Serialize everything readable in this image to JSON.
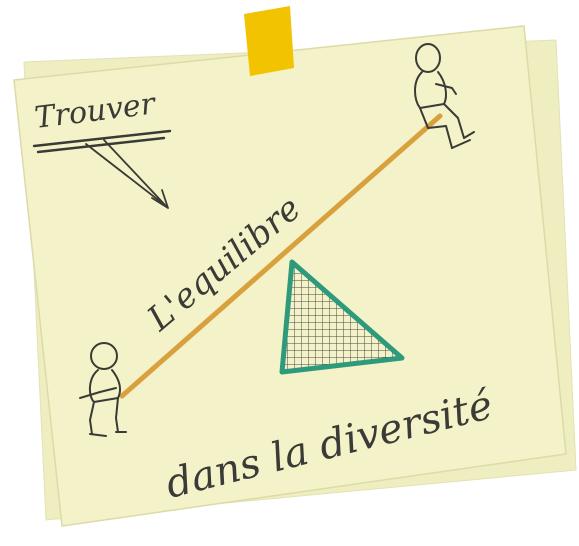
{
  "note": {
    "colors": {
      "back_paper": "#efeec0",
      "front_paper": "#f3f2c8",
      "paper_edge": "#dcdba8",
      "tape": "#f2c300",
      "ink": "#3a3a36",
      "plank": "#d9a03e",
      "triangle_outline": "#2e9a7c",
      "hatch": "#4a4a44"
    },
    "texts": {
      "top_label": "Trouver",
      "middle_label": "L'equilibre",
      "bottom_label": "dans la diversité"
    },
    "icons": {
      "arrow": "pointer-arrow-icon",
      "figure_top": "seated-person-icon",
      "figure_bottom": "seated-person-icon",
      "fulcrum": "triangle-fulcrum-icon"
    }
  }
}
